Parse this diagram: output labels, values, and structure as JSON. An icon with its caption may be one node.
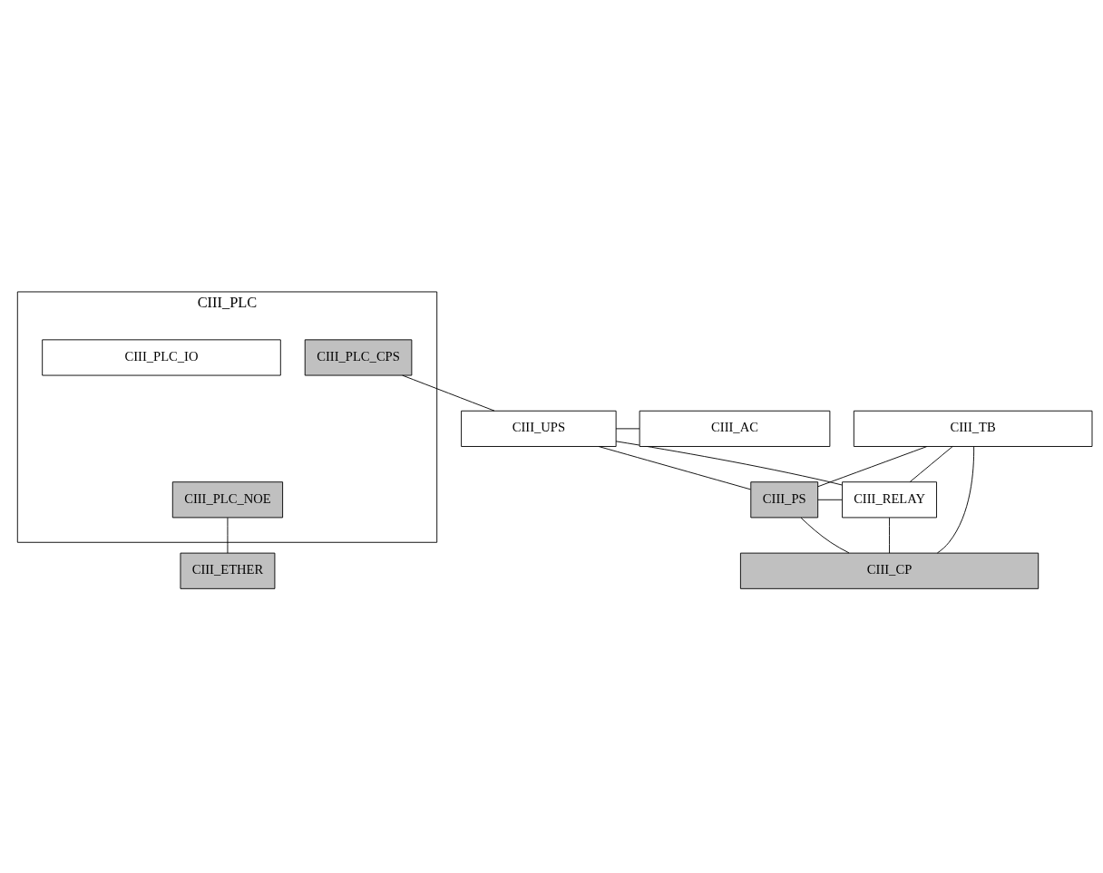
{
  "diagram": {
    "nodes": [
      {
        "text": [
          "CIII_PLC"
        ]
      },
      {
        "text": [
          "CIII_PLC_CPS"
        ],
        "in": 0
      },
      {
        "text": [
          "CIII_PLC_NOE"
        ],
        "in": 0
      },
      {
        "text": [
          "CIII_PLC_IO"
        ],
        "in": 0
      },
      {
        "text": [
          "CIII_TB"
        ]
      },
      {
        "text": [
          "CIII_PS"
        ]
      },
      {
        "text": [
          "CIII_RELAY"
        ]
      },
      {
        "text": [
          "CIII_ETHER"
        ]
      },
      {
        "text": [
          "CIII_CP"
        ]
      },
      {
        "text": [
          "CIII_UPS"
        ]
      },
      {
        "text": [
          "CIII_AC"
        ]
      }
    ],
    "edges": [
      {
        "from": 1,
        "to": 9,
        "arrow": "none"
      },
      {
        "from": 2,
        "to": 7,
        "arrow": "none"
      },
      {
        "from": 4,
        "to": 8,
        "arrow": "none"
      },
      {
        "from": 4,
        "to": 5,
        "arrow": "none"
      },
      {
        "from": 4,
        "to": 6,
        "arrow": "none"
      },
      {
        "from": 9,
        "to": 5,
        "arrow": "none"
      },
      {
        "from": 9,
        "to": 6,
        "arrow": "none"
      },
      {
        "from": 5,
        "to": 6,
        "arrow": "none"
      },
      {
        "from": 5,
        "to": 8,
        "arrow": "none"
      },
      {
        "from": 6,
        "to": 8,
        "arrow": "none"
      },
      {
        "from": 9,
        "to": 10,
        "arrow": "none"
      }
    ]
  }
}
